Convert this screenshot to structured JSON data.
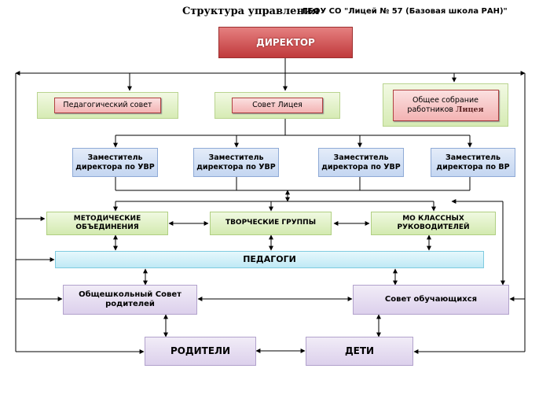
{
  "header": {
    "title": "Структура управления",
    "subtitle": "ГБОУ СО \"Лицей № 57 (Базовая школа РАН)\""
  },
  "director": "ДИРЕКТОР",
  "councils": {
    "pedagogical": "Педагогический совет",
    "lyceum": "Совет Лицея",
    "assembly_line1": "Общее собрание",
    "assembly_line2": "работников",
    "assembly_word": "Лицея"
  },
  "deputies": [
    {
      "line1": "Заместитель",
      "line2": "директора по УВР"
    },
    {
      "line1": "Заместитель",
      "line2": "директора по УВР"
    },
    {
      "line1": "Заместитель",
      "line2": "директора по УВР"
    },
    {
      "line1": "Заместитель",
      "line2": "директора по ВР"
    }
  ],
  "groups": {
    "methodical_line1": "МЕТОДИЧЕСКИЕ",
    "methodical_line2": "ОБЪЕДИНЕНИЯ",
    "creative": "ТВОРЧЕСКИЕ ГРУППЫ",
    "class_line1": "МО КЛАССНЫХ",
    "class_line2": "РУКОВОДИТЕЛЕЙ"
  },
  "teachers": "ПЕДАГОГИ",
  "parents_council_line1": "Общешкольный Совет",
  "parents_council_line2": "родителей",
  "students_council": "Совет обучающихся",
  "parents": "РОДИТЕЛИ",
  "children": "ДЕТИ"
}
